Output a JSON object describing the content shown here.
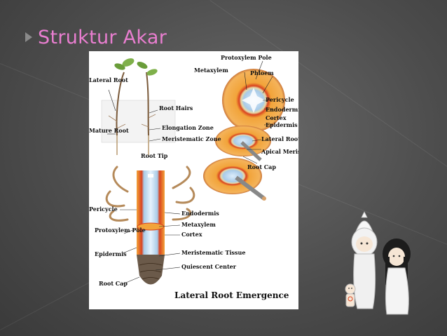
{
  "slide": {
    "title": "Struktur Akar"
  },
  "figure": {
    "labels": {
      "lateral_root": "Lateral Root",
      "root_hairs": "Root Hairs",
      "mature_root": "Mature Root",
      "elongation_zone": "Elongation Zone",
      "meristematic_zone": "Meristematic Zone",
      "root_tip": "Root Tip",
      "protoxylem_pole_top": "Protoxylem Pole",
      "metaxylem_top": "Metaxylem",
      "phloem": "Phloem",
      "pericycle_top": "Pericycle",
      "endodermis_top": "Endodermis",
      "cortex_top": "Cortex",
      "epidermis_top": "Epidermis",
      "lateral_root_growth": "Lateral Root Growth",
      "apical_meristem": "Apical Meristem",
      "root_cap_top": "Root Cap",
      "pericycle": "Pericycle",
      "endodermis": "Endodermis",
      "protoxylem_pole": "Protoxylem Pole",
      "metaxylem": "Metaxylem",
      "cortex": "Cortex",
      "epidermis": "Epidermis",
      "meristematic_tissue": "Meristematic Tissue",
      "quiescent_center": "Quiescent Center",
      "root_cap": "Root Cap"
    },
    "caption": "Lateral Root Emergence"
  },
  "colors": {
    "title": "#e97ed0",
    "background": "#4d4d4d",
    "vascular_blue": "#a9cbe8",
    "cortex_orange": "#f2a43a",
    "endodermis_red": "#d9431f"
  }
}
